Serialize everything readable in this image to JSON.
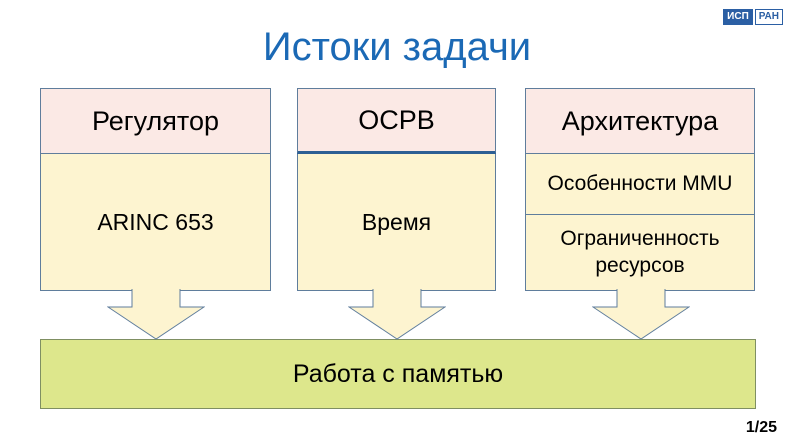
{
  "colors": {
    "title-blue": "#1b69b5",
    "header-pink": "#fbe9e5",
    "cell-yellow": "#fdf4d0",
    "result-green": "#dde78c",
    "result-border": "#7f8f62",
    "border-gray": "#5f7d9c",
    "divider-blue": "#2d5f94",
    "logo-blue": "#2b5fa4",
    "text-black": "#000000"
  },
  "header": {
    "logo": {
      "isp": "ИСП",
      "ran": "РАН"
    }
  },
  "slide": {
    "title": "Истоки задачи",
    "page_number": "1/25"
  },
  "diagram": {
    "columns": [
      {
        "header": "Регулятор",
        "rows": [
          "ARINC 653"
        ]
      },
      {
        "header": "ОСРВ",
        "rows": [
          "Время"
        ]
      },
      {
        "header": "Архитектура",
        "rows": [
          "Особенности MMU",
          "Ограниченность ресурсов"
        ]
      }
    ],
    "result": "Работа с памятью"
  }
}
